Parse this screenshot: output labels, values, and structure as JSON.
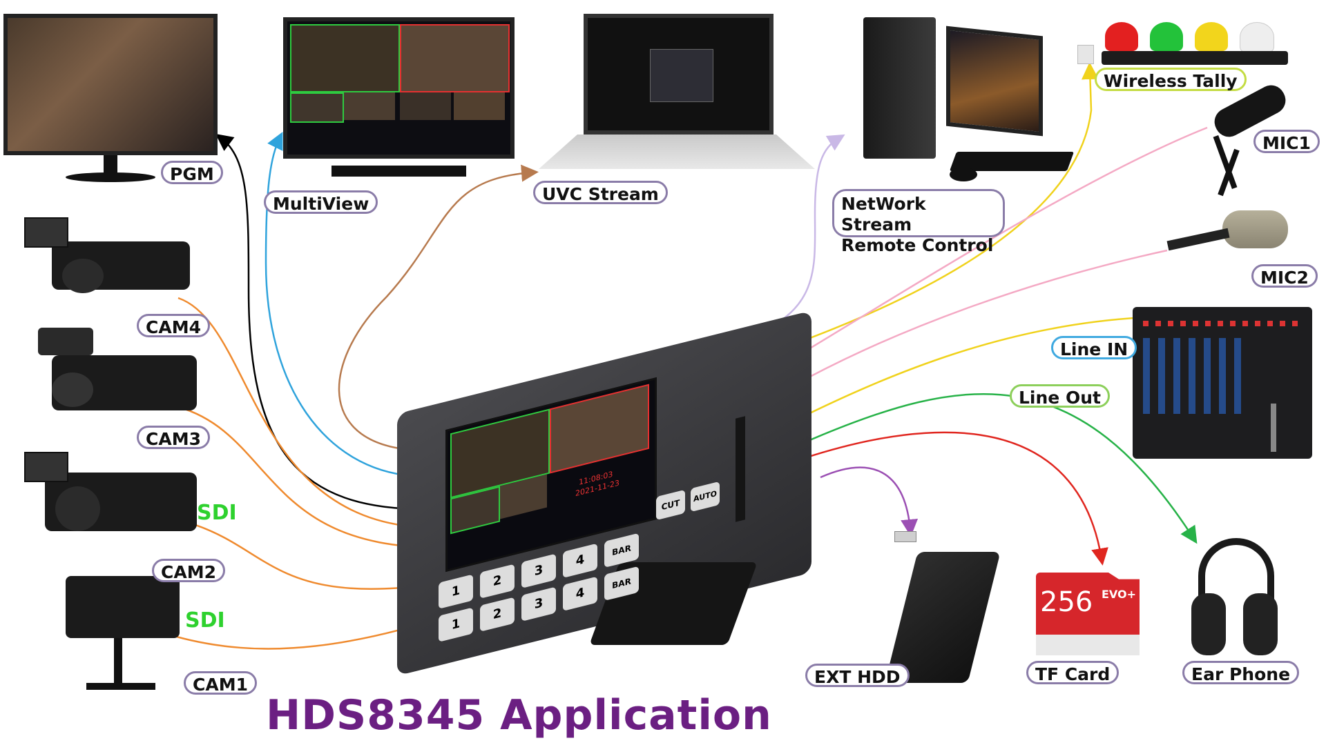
{
  "title": "HDS8345 Application",
  "labels": {
    "pgm": "PGM",
    "multiview": "MultiView",
    "uvc_stream": "UVC Stream",
    "network_line1": "NetWork Stream",
    "network_line2": "Remote Control",
    "wireless_tally": "Wireless Tally",
    "mic1": "MIC1",
    "mic2": "MIC2",
    "line_in": "Line IN",
    "line_out": "Line Out",
    "cam4": "CAM4",
    "cam3": "CAM3",
    "cam2": "CAM2",
    "cam1": "CAM1",
    "sdi_1": "SDI",
    "sdi_2": "SDI",
    "ext_hdd": "EXT HDD",
    "tf_card": "TF Card",
    "ear_phone": "Ear Phone"
  },
  "device": {
    "screen_time": "11:08:03",
    "screen_date": "2021-11-23",
    "buttons_row1": [
      "1",
      "2",
      "3",
      "4"
    ],
    "buttons_row2": [
      "1",
      "2",
      "3",
      "4"
    ],
    "bar_1": "BAR",
    "bar_2": "BAR",
    "cut": "CUT",
    "auto": "AUTO"
  },
  "tf_card_text": "256",
  "tf_card_brand": "EVO+",
  "colors": {
    "cam_lines": "#ef8a2e",
    "pgm_line": "#000000",
    "multiview_line": "#2fa3dc",
    "uvc_line": "#b77a4e",
    "network_line": "#c9b8e6",
    "tally_line": "#f0d21c",
    "mic_lines": "#f4a9c4",
    "line_in": "#f0d21c",
    "line_out": "#27b248",
    "hdd_line": "#9b4fb3",
    "tf_line": "#e0261f",
    "title": "#6b1f82",
    "sdi": "#2ed12e"
  }
}
